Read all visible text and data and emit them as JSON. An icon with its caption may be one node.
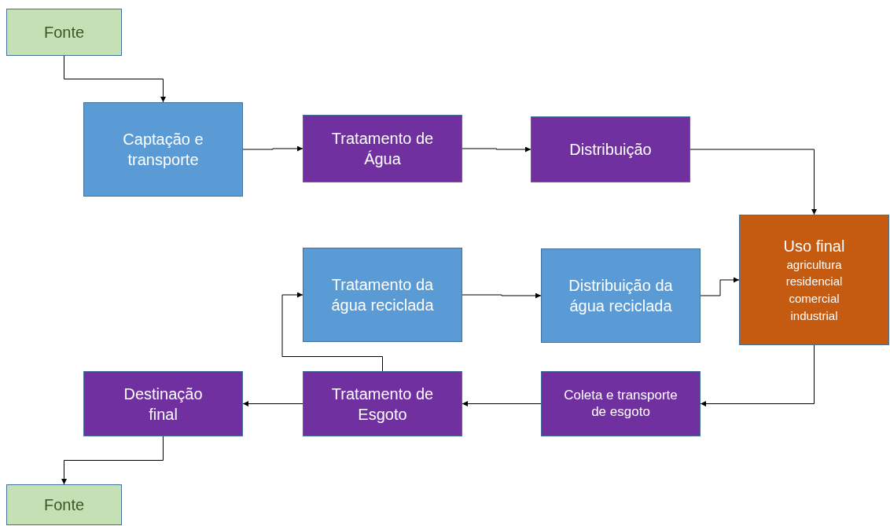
{
  "diagram": {
    "nodes": [
      {
        "text": [
          "Fonte"
        ]
      },
      {
        "text": [
          "Captação e transporte"
        ]
      },
      {
        "text": [
          "Tratamento de Água"
        ]
      },
      {
        "text": [
          "Distribuição"
        ]
      },
      {
        "text": [
          "Uso final",
          "agricultura residencial comercial industrial"
        ]
      },
      {
        "text": [
          "Tratamento da água reciclada"
        ]
      },
      {
        "text": [
          "Distribuição da água reciclada"
        ]
      },
      {
        "text": [
          "Destinação final"
        ]
      },
      {
        "text": [
          "Tratamento de Esgoto"
        ]
      },
      {
        "text": [
          "Coleta e transporte de esgoto"
        ]
      },
      {
        "text": [
          "Fonte"
        ]
      }
    ],
    "edges": [
      {
        "from": 0,
        "to": 1,
        "arrow": "to"
      },
      {
        "from": 1,
        "to": 2,
        "arrow": "to"
      },
      {
        "from": 2,
        "to": 3,
        "arrow": "to"
      },
      {
        "from": 3,
        "to": 4,
        "arrow": "to"
      },
      {
        "from": 5,
        "to": 6,
        "arrow": "to"
      },
      {
        "from": 6,
        "to": 4,
        "arrow": "to"
      },
      {
        "from": 4,
        "to": 9,
        "arrow": "to"
      },
      {
        "from": 9,
        "to": 8,
        "arrow": "to"
      },
      {
        "from": 8,
        "to": 7,
        "arrow": "to"
      },
      {
        "from": 8,
        "to": 5,
        "arrow": "to"
      },
      {
        "from": 7,
        "to": 10,
        "arrow": "to"
      }
    ]
  }
}
